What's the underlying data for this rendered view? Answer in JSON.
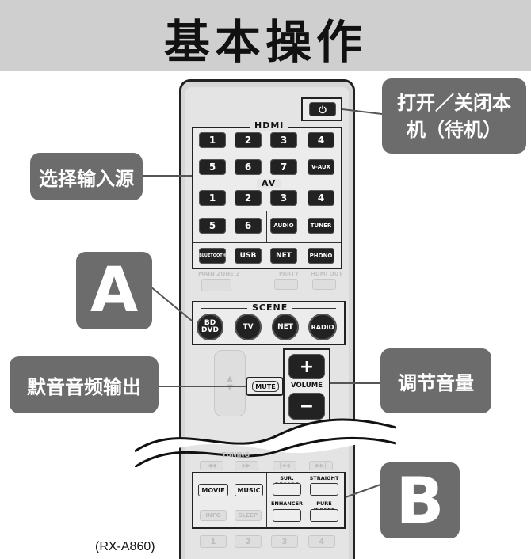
{
  "title": "基本操作",
  "model": "(RX-A860)",
  "callouts": {
    "power": "打开／关闭本机（待机）",
    "input": "选择输入源",
    "mute": "默音音频输出",
    "volume": "调节音量",
    "a": "A",
    "b": "B"
  },
  "remote": {
    "power_icon": "power-icon",
    "hdmi_label": "HDMI",
    "hdmi_buttons": [
      "1",
      "2",
      "3",
      "4",
      "5",
      "6",
      "7",
      "V-AUX"
    ],
    "av_label": "AV",
    "av_buttons": [
      "1",
      "2",
      "3",
      "4",
      "5",
      "6",
      "AUDIO",
      "TUNER"
    ],
    "bottom_row": [
      "BLUETOOTH",
      "USB",
      "NET",
      "PHONO"
    ],
    "zone_row": [
      "MAIN",
      "ZONE 2",
      "PARTY",
      "HDMI OUT"
    ],
    "scene_label": "SCENE",
    "scene_buttons": [
      {
        "line1": "BD",
        "line2": "DVD"
      },
      {
        "line1": "TV",
        "line2": ""
      },
      {
        "line1": "NET",
        "line2": ""
      },
      {
        "line1": "RADIO",
        "line2": ""
      }
    ],
    "mute_label": "MUTE",
    "volume_label": "VOLUME",
    "vol_up": "+",
    "vol_down": "−",
    "tuning_label": "TUNING",
    "program_buttons": [
      "MOVIE",
      "MUSIC"
    ],
    "mode_labels": [
      "SUR. DECODE",
      "STRAIGHT",
      "ENHANCER",
      "PURE DIRECT"
    ],
    "info_row": [
      "INFO",
      "SLEEP"
    ],
    "bottom_numbers": [
      "1",
      "2",
      "3",
      "4"
    ]
  }
}
